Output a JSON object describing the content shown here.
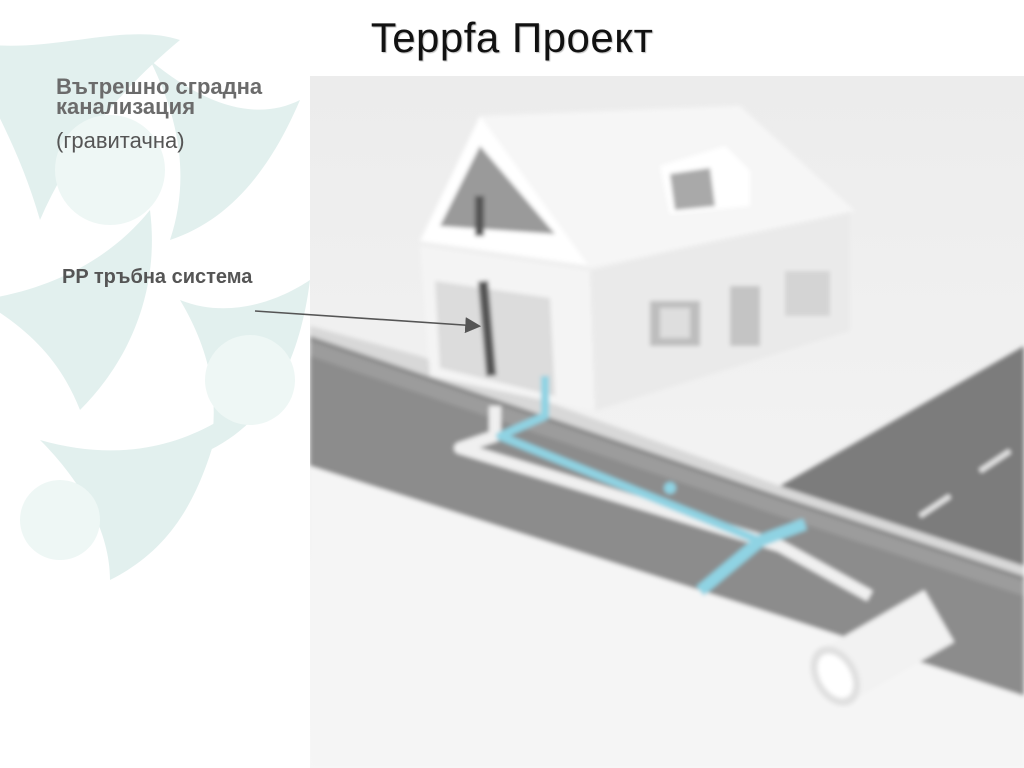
{
  "slide": {
    "title": "Teppfa Проект",
    "subtitle": {
      "line1": "Вътрешно сградна",
      "line2": "канализация",
      "line3": "(гравитачна)"
    },
    "callout_label": "PP тръбна система"
  },
  "colors": {
    "pattern": "#d9ece9",
    "ground": "#8f8f8f",
    "road": "#7a7a7a",
    "pipe_blue": "#8fd3e3",
    "vent_pipe": "#555555"
  }
}
